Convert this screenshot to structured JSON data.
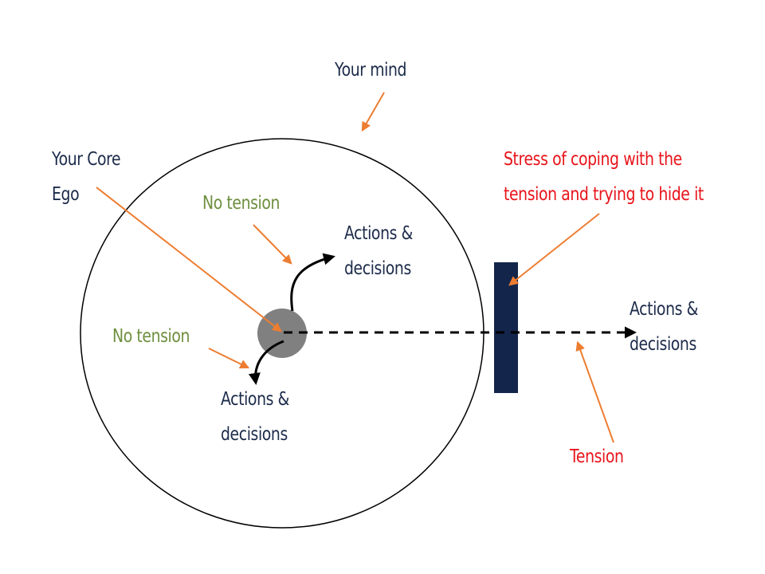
{
  "labels": {
    "your_mind": "Your mind",
    "core_ego_line1": "Your Core",
    "core_ego_line2": "Ego",
    "no_tension_top": "No tension",
    "no_tension_bottom": "No tension",
    "actions_top_line1": "Actions &",
    "actions_top_line2": "decisions",
    "actions_bottom_line1": "Actions &",
    "actions_bottom_line2": "decisions",
    "actions_right_line1": "Actions &",
    "actions_right_line2": "decisions",
    "stress_line1": "Stress of coping with the",
    "stress_line2": "tension and trying to hide it",
    "tension": "Tension"
  },
  "colors": {
    "navy_text": "#1c2b4a",
    "green_text": "#6e8f3e",
    "red_text": "#e8141b",
    "pointer_arrow": "#ed7d31",
    "ego_circle": "#808080",
    "barrier": "#13254a",
    "flow_arrow": "#000000"
  }
}
